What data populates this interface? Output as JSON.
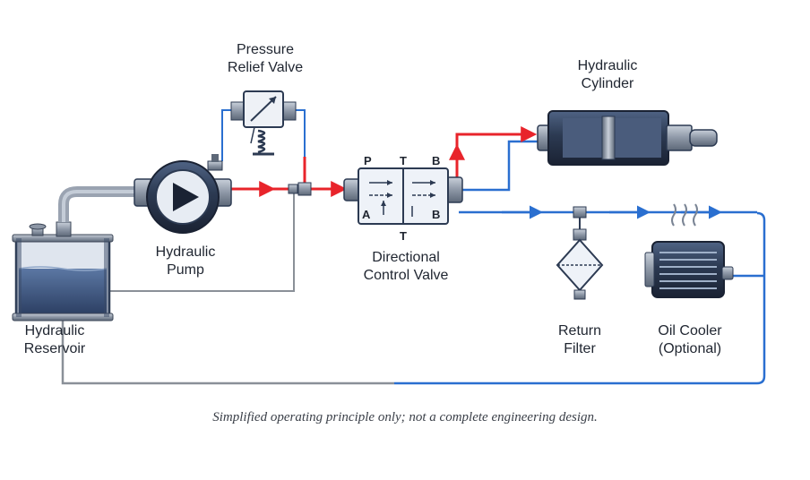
{
  "components": {
    "relief_valve": {
      "line1": "Pressure",
      "line2": "Relief Valve"
    },
    "cylinder": {
      "line1": "Hydraulic",
      "line2": "Cylinder"
    },
    "pump": {
      "line1": "Hydraulic",
      "line2": "Pump"
    },
    "directional_valve": {
      "line1": "Directional",
      "line2": "Control Valve"
    },
    "reservoir": {
      "line1": "Hydraulic",
      "line2": "Reservoir"
    },
    "return_filter": {
      "line1": "Return",
      "line2": "Filter"
    },
    "oil_cooler": {
      "line1": "Oil Cooler",
      "line2": "(Optional)"
    }
  },
  "valve_ports": {
    "p": "P",
    "t_top": "T",
    "b_top": "B",
    "a": "A",
    "b_bottom": "B",
    "t_bottom": "T"
  },
  "caption": "Simplified operating principle only; not a complete engineering design.",
  "colors": {
    "pressure_line": "#e8242b",
    "return_line": "#2a6fd0",
    "drain_line": "#8a9098",
    "component_dark": "#2c3a52",
    "component_metal": "#8d97a6",
    "oil": "#3f5b86"
  }
}
